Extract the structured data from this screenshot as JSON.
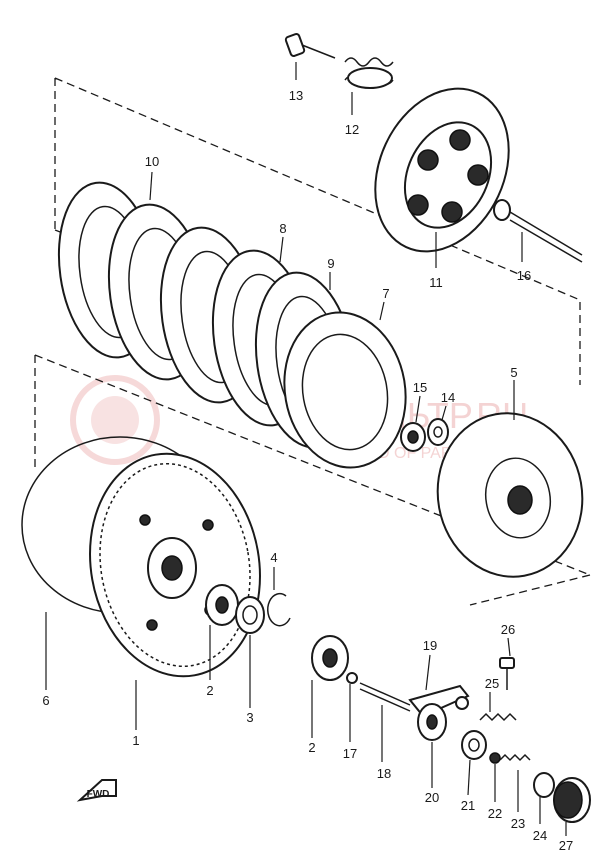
{
  "watermark": {
    "brand": "ФИЛЬТР.RU",
    "tagline": "WORLD OF PARTS DEPOT"
  },
  "fwd_label": "FWD",
  "callouts": [
    {
      "id": "c13",
      "label": "13"
    },
    {
      "id": "c12",
      "label": "12"
    },
    {
      "id": "c10",
      "label": "10"
    },
    {
      "id": "c8",
      "label": "8"
    },
    {
      "id": "c9",
      "label": "9"
    },
    {
      "id": "c7",
      "label": "7"
    },
    {
      "id": "c11",
      "label": "11"
    },
    {
      "id": "c16",
      "label": "16"
    },
    {
      "id": "c15",
      "label": "15"
    },
    {
      "id": "c14",
      "label": "14"
    },
    {
      "id": "c5",
      "label": "5"
    },
    {
      "id": "c4",
      "label": "4"
    },
    {
      "id": "c6",
      "label": "6"
    },
    {
      "id": "c1",
      "label": "1"
    },
    {
      "id": "c2a",
      "label": "2"
    },
    {
      "id": "c3",
      "label": "3"
    },
    {
      "id": "c2b",
      "label": "2"
    },
    {
      "id": "c17",
      "label": "17"
    },
    {
      "id": "c18",
      "label": "18"
    },
    {
      "id": "c19",
      "label": "19"
    },
    {
      "id": "c25",
      "label": "25"
    },
    {
      "id": "c26",
      "label": "26"
    },
    {
      "id": "c20",
      "label": "20"
    },
    {
      "id": "c21",
      "label": "21"
    },
    {
      "id": "c22",
      "label": "22"
    },
    {
      "id": "c23",
      "label": "23"
    },
    {
      "id": "c24",
      "label": "24"
    },
    {
      "id": "c27",
      "label": "27"
    }
  ]
}
